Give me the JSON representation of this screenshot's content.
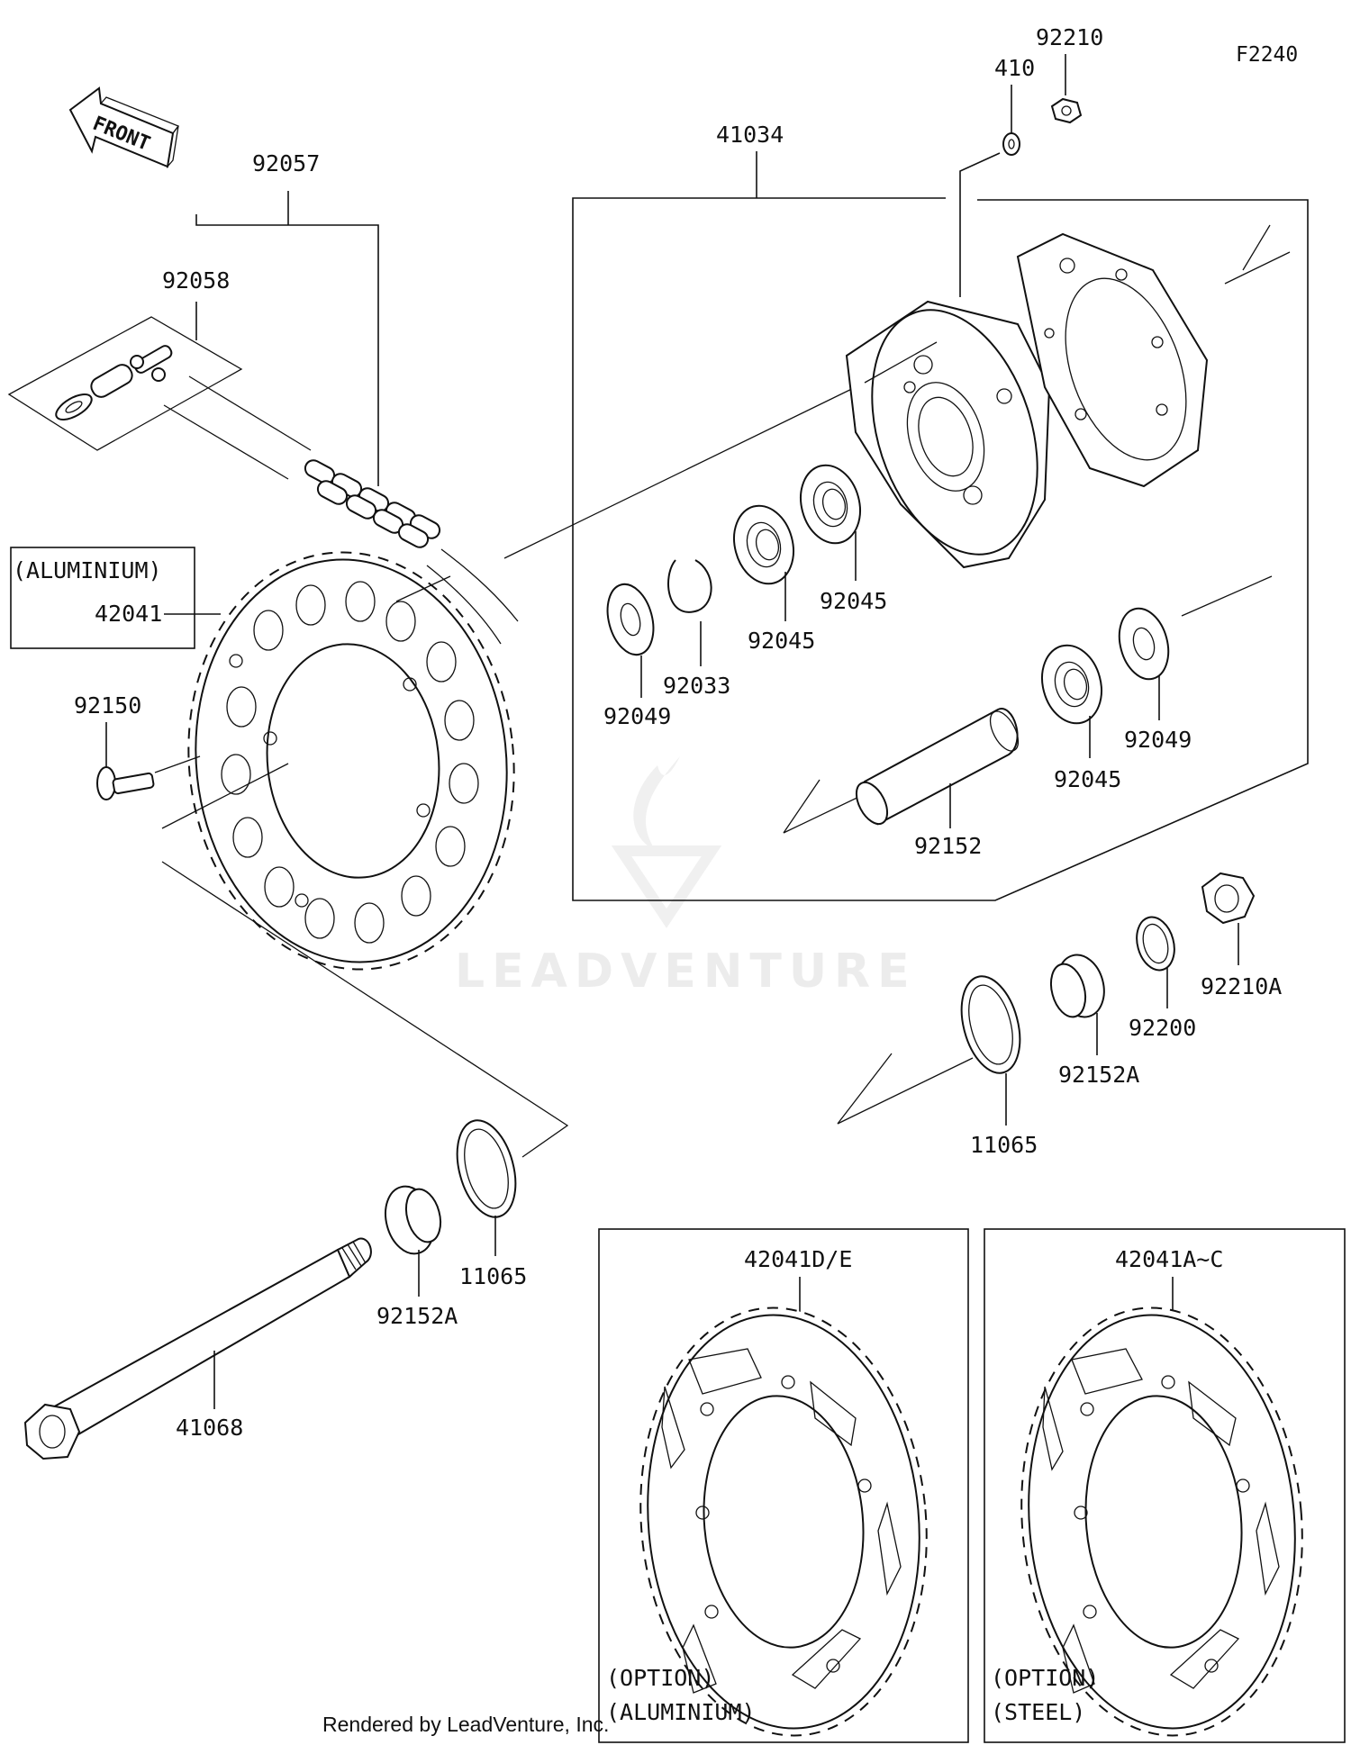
{
  "diagram": {
    "code": "F2240",
    "front_label": "FRONT",
    "watermark": "LEADVENTURE",
    "footer": "Rendered by LeadVenture, Inc.",
    "labels": {
      "p92210": "92210",
      "p410": "410",
      "p41034": "41034",
      "p92057": "92057",
      "p92058": "92058",
      "aluminium_note": "(ALUMINIUM)",
      "p42041": "42041",
      "p92150": "92150",
      "p92049a": "92049",
      "p92033": "92033",
      "p92045a": "92045",
      "p92045b": "92045",
      "p92045c": "92045",
      "p92049b": "92049",
      "p92152": "92152",
      "p92210A": "92210A",
      "p92200": "92200",
      "p92152A_right": "92152A",
      "p11065_right": "11065",
      "p92152A_left": "92152A",
      "p11065_left": "11065",
      "p41068": "41068",
      "p42041DE": "42041D/E",
      "p42041AC": "42041A~C",
      "option1_line1": "(OPTION)",
      "option1_line2": "(ALUMINIUM)",
      "option2_line1": "(OPTION)",
      "option2_line2": "(STEEL)"
    }
  }
}
